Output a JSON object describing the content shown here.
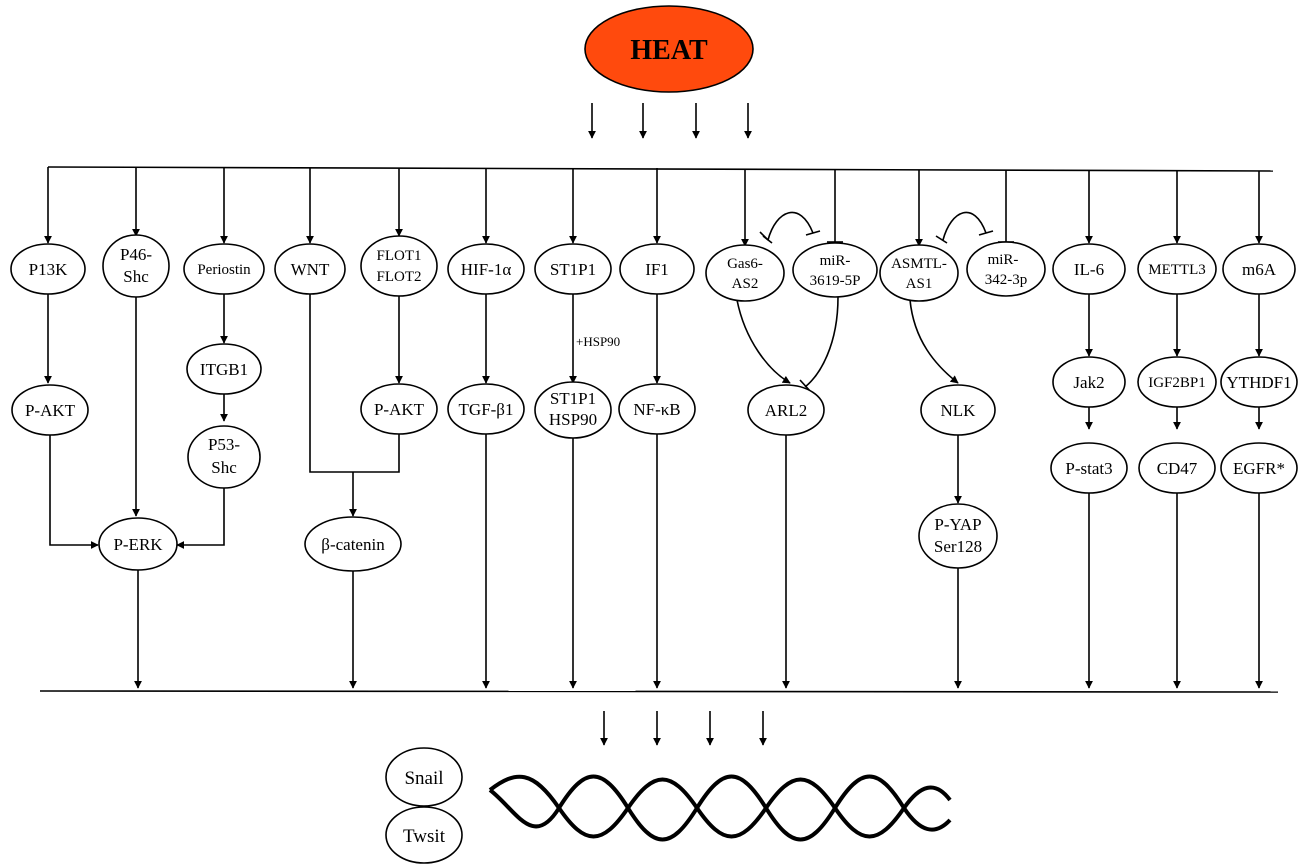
{
  "trigger": {
    "label": "HEAT",
    "fill": "#ff4a0d"
  },
  "nodes": {
    "p13k": "P13K",
    "p46shc": [
      "P46-",
      "Shc"
    ],
    "periostin": "Periostin",
    "wnt": "WNT",
    "flot": [
      "FLOT1",
      "FLOT2"
    ],
    "hif1a": "HIF-1α",
    "st1p1": "ST1P1",
    "if1": "IF1",
    "gas6as2": [
      "Gas6-",
      "AS2"
    ],
    "mir3619": [
      "miR-",
      "3619-5P"
    ],
    "asmtlas1": [
      "ASMTL-",
      "AS1"
    ],
    "mir342": [
      "miR-",
      "342-3p"
    ],
    "il6": "IL-6",
    "mettl3": "METTL3",
    "m6a": "m6A",
    "pakt1": "P-AKT",
    "itgb1": "ITGB1",
    "pakt2": "P-AKT",
    "tgfb1": "TGF-β1",
    "st1p1hsp90": [
      "ST1P1",
      "HSP90"
    ],
    "nfkb": "NF-κB",
    "arl2": "ARL2",
    "nlk": "NLK",
    "jak2": "Jak2",
    "igf2bp1": "IGF2BP1",
    "ythdf1": "YTHDF1",
    "p53shc": [
      "P53-",
      "Shc"
    ],
    "perk": "P-ERK",
    "bcatenin": "β-catenin",
    "pyap": [
      "P-YAP",
      "Ser128"
    ],
    "pstat3": "P-stat3",
    "cd47": "CD47",
    "egfr": "EGFR*"
  },
  "hsp90_note": "+HSP90",
  "targets": {
    "snail": "Snail",
    "twist": "Twsit"
  }
}
